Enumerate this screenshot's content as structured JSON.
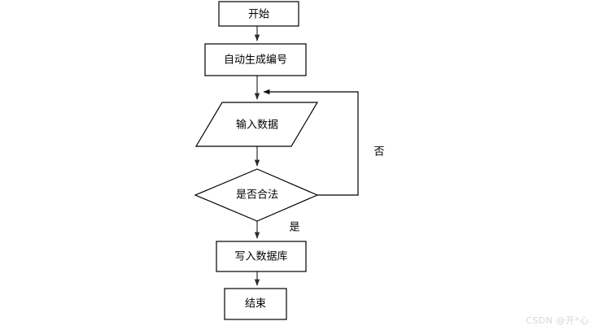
{
  "diagram": {
    "title": "",
    "background_color": "#ffffff",
    "shape_stroke_color": "#000000",
    "connector_color": "#808080",
    "loop_color": "#000000",
    "nodes": [
      {
        "id": "start",
        "shape": "rectangle",
        "label": "开始"
      },
      {
        "id": "generate",
        "shape": "rectangle",
        "label": "自动生成编号"
      },
      {
        "id": "input",
        "shape": "parallelogram",
        "label": "输入数据"
      },
      {
        "id": "decide",
        "shape": "diamond",
        "label": "是否合法"
      },
      {
        "id": "write",
        "shape": "rectangle",
        "label": "写入数据库"
      },
      {
        "id": "end",
        "shape": "rectangle",
        "label": "结束"
      }
    ],
    "edges": [
      {
        "from": "start",
        "to": "generate",
        "label": ""
      },
      {
        "from": "generate",
        "to": "input",
        "label": ""
      },
      {
        "from": "input",
        "to": "decide",
        "label": ""
      },
      {
        "from": "decide",
        "to": "write",
        "label": "是"
      },
      {
        "from": "decide",
        "to": "input",
        "label": "否"
      },
      {
        "from": "write",
        "to": "end",
        "label": ""
      }
    ]
  },
  "watermark": {
    "text": "CSDN @开*心"
  }
}
